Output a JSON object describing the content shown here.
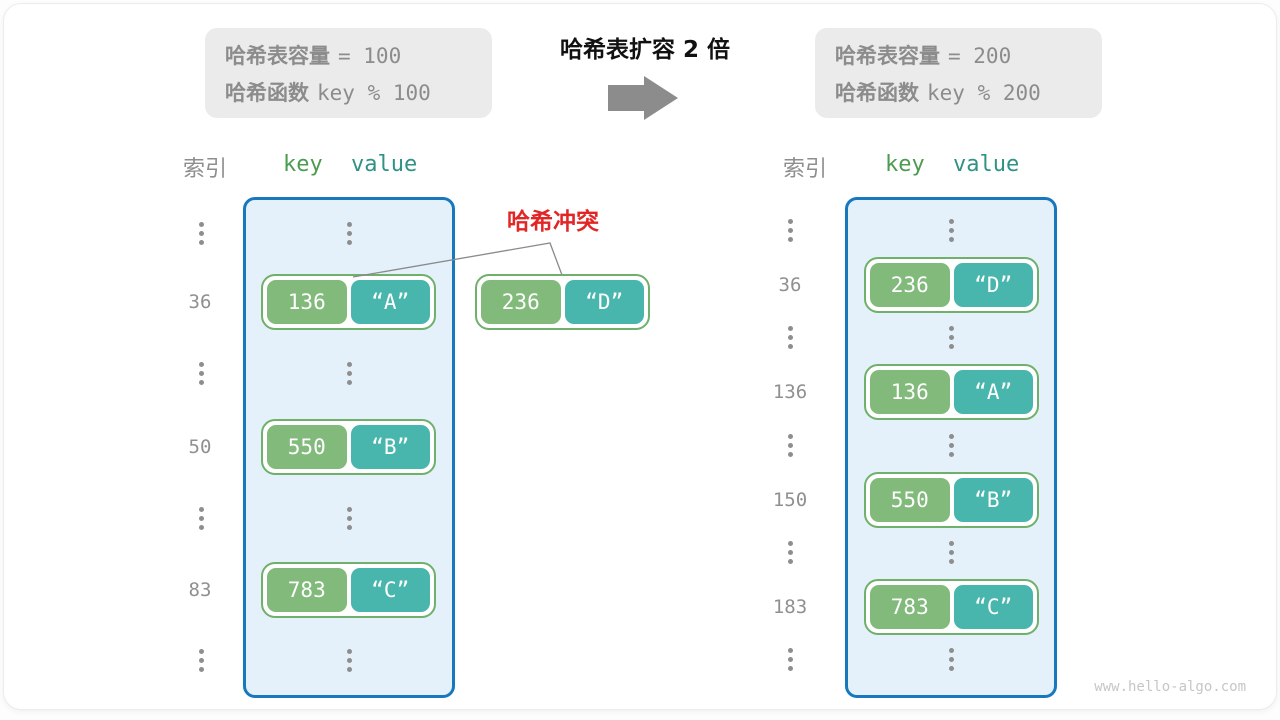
{
  "header": {
    "before_box": {
      "capacity_label": "哈希表容量",
      "capacity_value": "= 100",
      "function_label": "哈希函数",
      "function_value": "key % 100"
    },
    "title": "哈希表扩容 2 倍",
    "after_box": {
      "capacity_label": "哈希表容量",
      "capacity_value": "= 200",
      "function_label": "哈希函数",
      "function_value": "key % 200"
    }
  },
  "collision": {
    "label": "哈希冲突",
    "pair": {
      "key": "236",
      "value": "“D”"
    }
  },
  "left_table": {
    "index_header": "索引",
    "key_header": "key",
    "value_header": "value",
    "rows": [
      {
        "index": "36",
        "key": "136",
        "value": "“A”"
      },
      {
        "index": "50",
        "key": "550",
        "value": "“B”"
      },
      {
        "index": "83",
        "key": "783",
        "value": "“C”"
      }
    ]
  },
  "right_table": {
    "index_header": "索引",
    "key_header": "key",
    "value_header": "value",
    "rows": [
      {
        "index": "36",
        "key": "236",
        "value": "“D”"
      },
      {
        "index": "136",
        "key": "136",
        "value": "“A”"
      },
      {
        "index": "150",
        "key": "550",
        "value": "“B”"
      },
      {
        "index": "183",
        "key": "783",
        "value": "“C”"
      }
    ]
  },
  "watermark": "www.hello-algo.com",
  "colors": {
    "bucket_fill": "#e4f1fa",
    "bucket_border": "#1778be",
    "key_green": "#81ba7b",
    "value_teal": "#49b6ad",
    "pair_border": "#6fb06a",
    "collision_red": "#e22626",
    "info_box_gray": "#ebebeb",
    "text_gray": "#8c8c8c"
  }
}
